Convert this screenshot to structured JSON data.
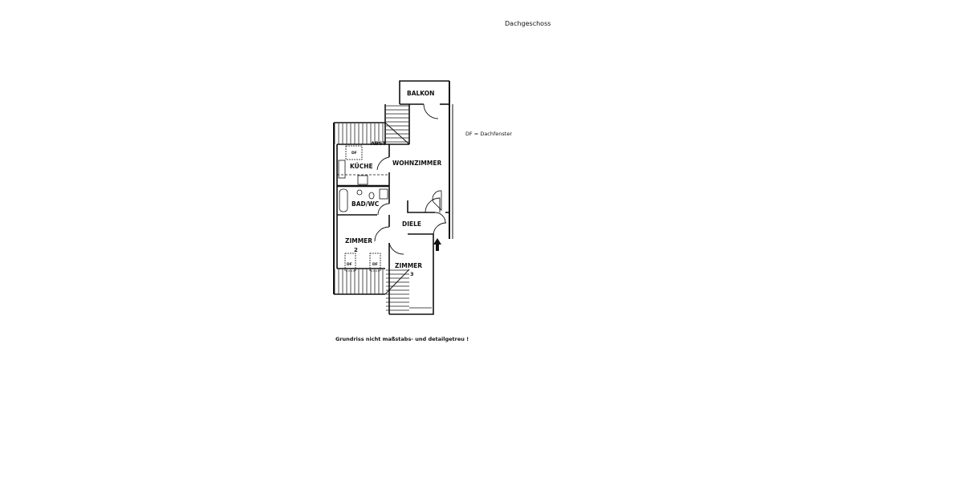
{
  "title": "Dachgeschoss",
  "legend": "DF = Dachfenster",
  "note": "Grundriss nicht maßstabs- und detailgetreu !",
  "rooms": {
    "balkon": "BALKON",
    "abst": "ABST",
    "kueche": "KÜCHE",
    "wohnzimmer": "WOHNZIMMER",
    "bad": "BAD/WC",
    "diele": "DIELE",
    "zimmer2": "ZIMMER",
    "zimmer2_num": "2",
    "zimmer3": "ZIMMER",
    "zimmer3_num": "3",
    "df": "DF"
  }
}
